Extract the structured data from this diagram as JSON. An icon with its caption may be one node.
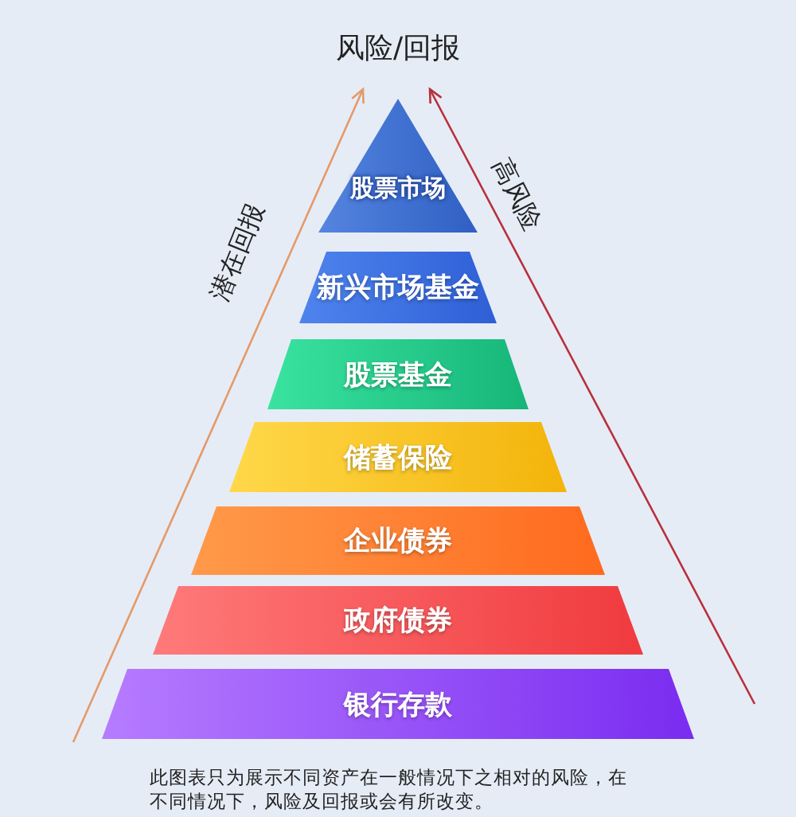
{
  "diagram": {
    "title": "风险/回报",
    "nodes": [
      {
        "text": [
          "股票市场"
        ]
      },
      {
        "text": [
          "新兴市场基金"
        ]
      },
      {
        "text": [
          "股票基金"
        ]
      },
      {
        "text": [
          "储蓄保险"
        ]
      },
      {
        "text": [
          "企业债券"
        ]
      },
      {
        "text": [
          "政府债券"
        ]
      },
      {
        "text": [
          "银行存款"
        ]
      }
    ],
    "labels": [
      "潜在回报",
      "高风险"
    ],
    "caption": "此图表只为展示不同资产在一般情况下之相对的风险，在不同情况下，风险及回报或会有所改变。"
  }
}
